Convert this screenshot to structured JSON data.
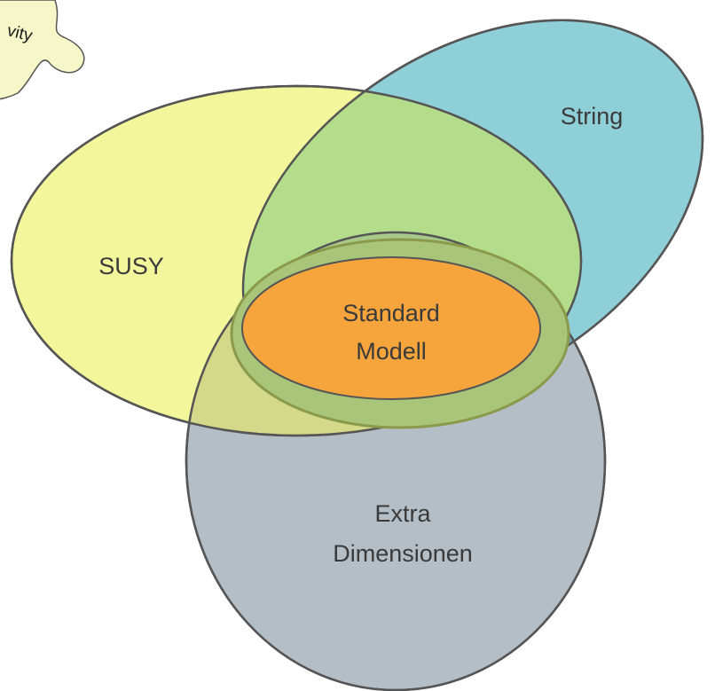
{
  "diagram": {
    "puzzle_label": "vity",
    "labels": {
      "string": "String",
      "susy": "SUSY",
      "standard_line1": "Standard",
      "standard_line2": "Modell",
      "extra_line1": "Extra",
      "extra_line2": "Dimensionen"
    },
    "colors": {
      "string_fill": "#8fd0d8",
      "susy_fill": "#f2f58a",
      "extra_fill": "#b3bec6",
      "standard_fill": "#f6a53c",
      "overlap_green": "#b3dd8a",
      "puzzle_fill": "#f6f7c8",
      "outline": "#555555"
    }
  }
}
